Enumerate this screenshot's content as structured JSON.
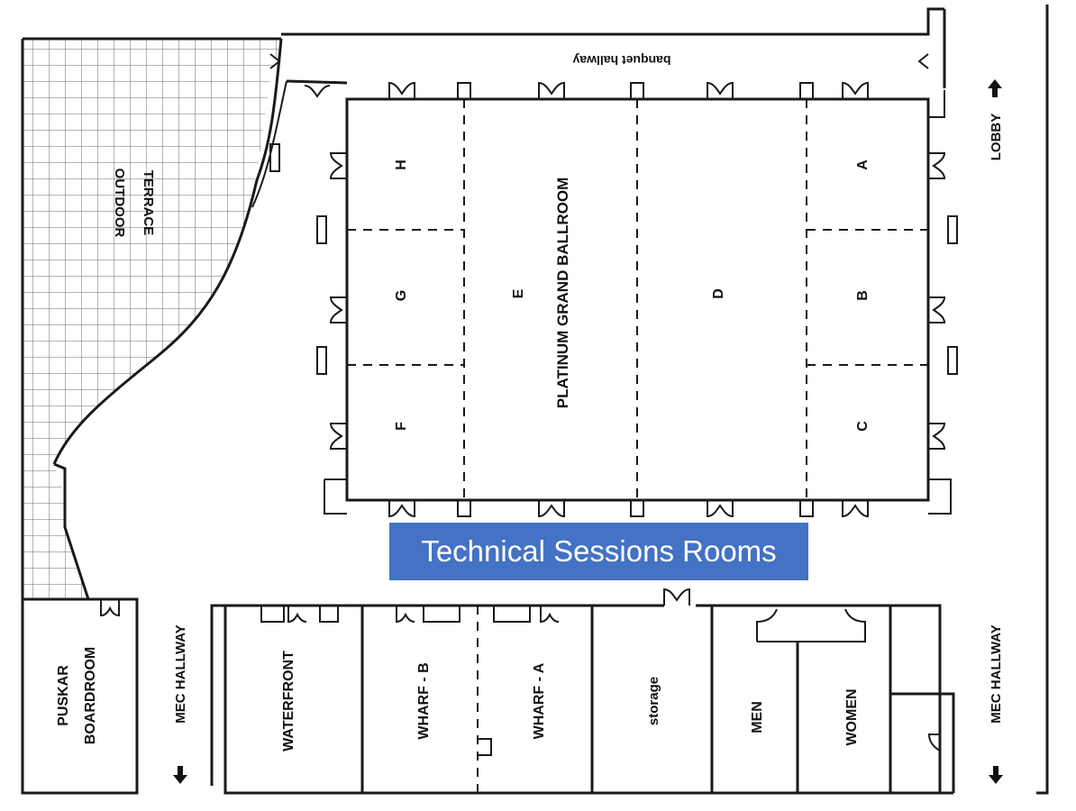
{
  "banner": {
    "text": "Technical Sessions Rooms",
    "color": "#4472c4"
  },
  "ballroom": {
    "name": "PLATINUM GRAND BALLROOM",
    "sections": [
      "A",
      "B",
      "C",
      "D",
      "E",
      "F",
      "G",
      "H"
    ]
  },
  "areas": {
    "outdoor_terrace_line1": "OUTDOOR",
    "outdoor_terrace_line2": "TERRACE",
    "banquet_hallway": "banquet hallway",
    "lobby": "LOBBY",
    "mec_hallway_left": "MEC HALLWAY",
    "mec_hallway_right": "MEC HALLWAY"
  },
  "rooms": {
    "puskar_line1": "PUSKAR",
    "puskar_line2": "BOARDROOM",
    "waterfront": "WATERFRONT",
    "wharf_b": "WHARF - B",
    "wharf_a": "WHARF - A",
    "storage": "storage",
    "men": "MEN",
    "women": "WOMEN"
  }
}
